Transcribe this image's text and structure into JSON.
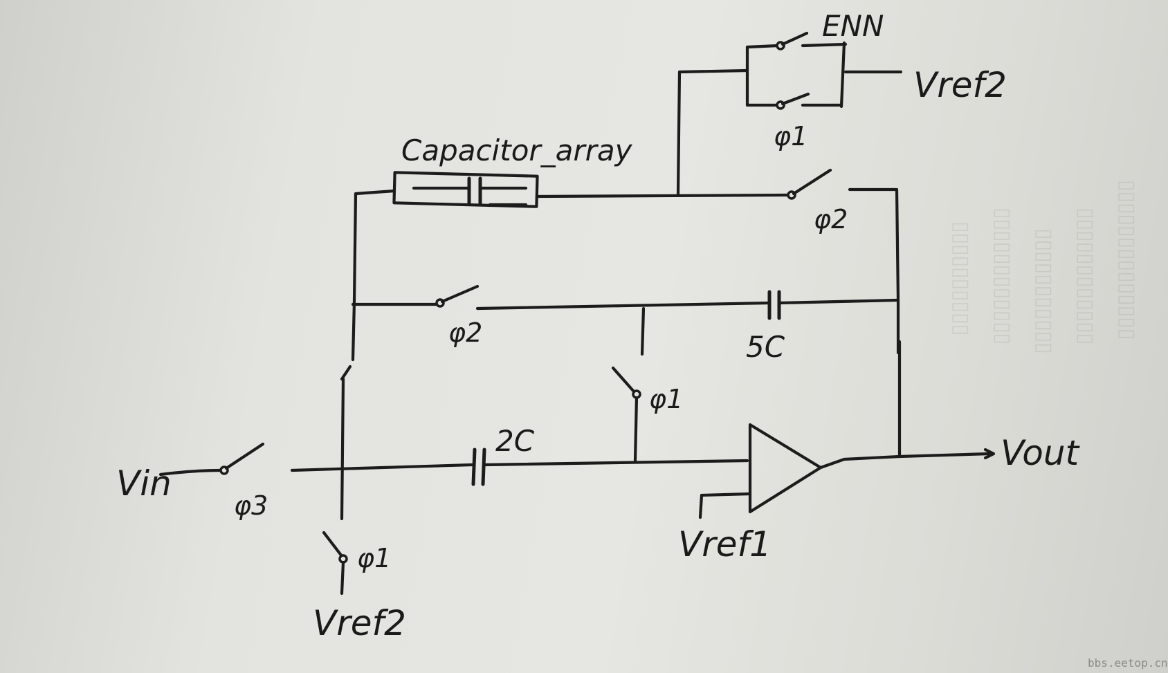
{
  "labels": {
    "enn": "ENN",
    "vref2_top": "Vref2",
    "phi1_top": "φ1",
    "capacitor_array": "Capacitor_array",
    "phi2_top": "φ2",
    "phi2_mid": "φ2",
    "cap_5c": "5C",
    "phi1_mid": "φ1",
    "cap_2c": "2C",
    "vin": "Vin",
    "phi3": "φ3",
    "vout": "Vout",
    "vref1": "Vref1",
    "phi1_bottom": "φ1",
    "vref2_bottom": "Vref2"
  },
  "watermark": "bbs.eetop.cn"
}
